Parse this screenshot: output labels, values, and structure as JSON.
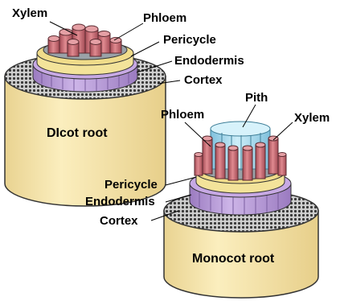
{
  "dicot": {
    "title": "DIcot root",
    "labels": {
      "xylem": "Xylem",
      "phloem": "Phloem",
      "pericycle": "Pericycle",
      "endodermis": "Endodermis",
      "cortex": "Cortex"
    }
  },
  "monocot": {
    "title": "Monocot root",
    "labels": {
      "pith": "Pith",
      "phloem": "Phloem",
      "xylem": "Xylem",
      "pericycle": "Pericycle",
      "endodermis": "Endodermis",
      "cortex": "Cortex"
    }
  },
  "colors": {
    "cylinder_body": "#f7e4a8",
    "cortex_dots": "#3a3a3a",
    "endodermis": "#b99ad6",
    "pericycle": "#f3e39a",
    "phloem_xylem": "#c96b72",
    "pith": "#a8dcf0"
  }
}
